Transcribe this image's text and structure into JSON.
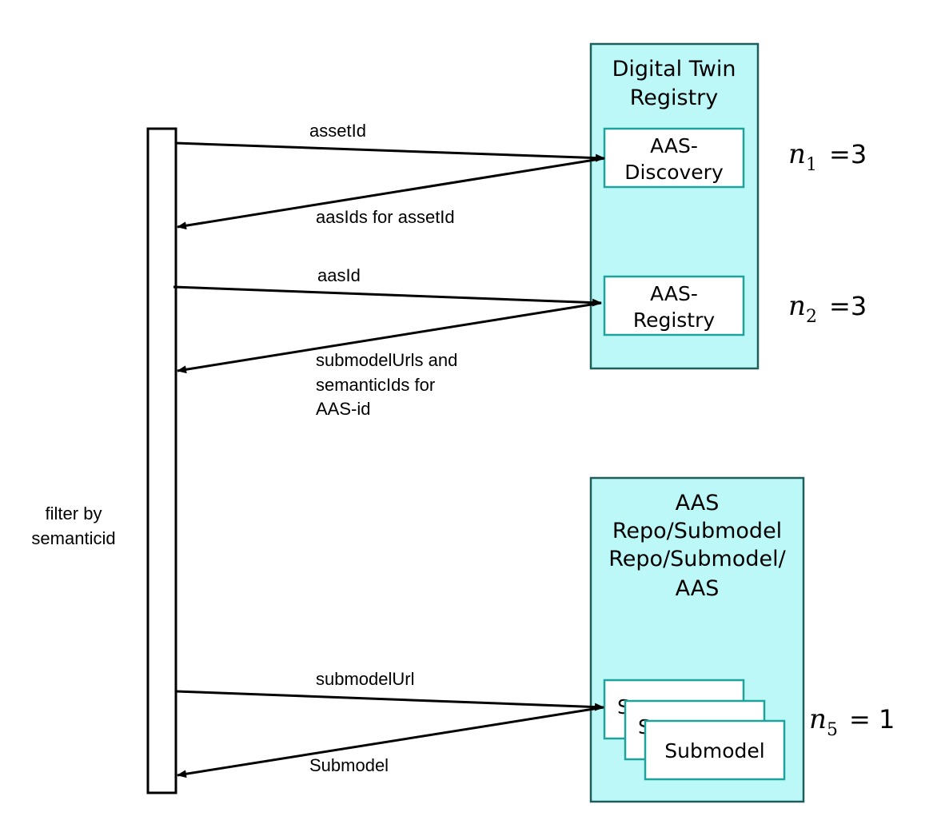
{
  "lifeline": {
    "side_label_line1": "filter by",
    "side_label_line2": "semanticid"
  },
  "boxes": {
    "dtr": {
      "title_line1": "Digital Twin",
      "title_line2": "Registry",
      "fill": "#bbf8f7",
      "border": "#1f5e5c"
    },
    "discovery": {
      "line1": "AAS-",
      "line2": "Discovery",
      "border": "#1ea39c"
    },
    "registry": {
      "line1": "AAS-",
      "line2": "Registry",
      "border": "#1ea39c"
    },
    "repo": {
      "title_line1": "AAS",
      "title_line2": "Repo/Submodel",
      "title_line3": "Repo/Submodel/",
      "title_line4": "AAS",
      "fill": "#bbf8f7",
      "border": "#1f5e5c"
    },
    "submodel": {
      "label": "Submodel",
      "border": "#1ea39c"
    }
  },
  "messages": {
    "m1": "assetId",
    "m2": "aasIds for assetId",
    "m3": "aasId",
    "m4_line1": "submodelUrls and",
    "m4_line2": "semanticIds for",
    "m4_line3": "AAS-id",
    "m5": "submodelUrl",
    "m6": "Submodel"
  },
  "annotations": {
    "n1": {
      "var": "n",
      "sub": "1",
      "eq": "=3"
    },
    "n2": {
      "var": "n",
      "sub": "2",
      "eq": "=3"
    },
    "n5": {
      "var": "n",
      "sub": "5",
      "eq": "= 1"
    }
  }
}
